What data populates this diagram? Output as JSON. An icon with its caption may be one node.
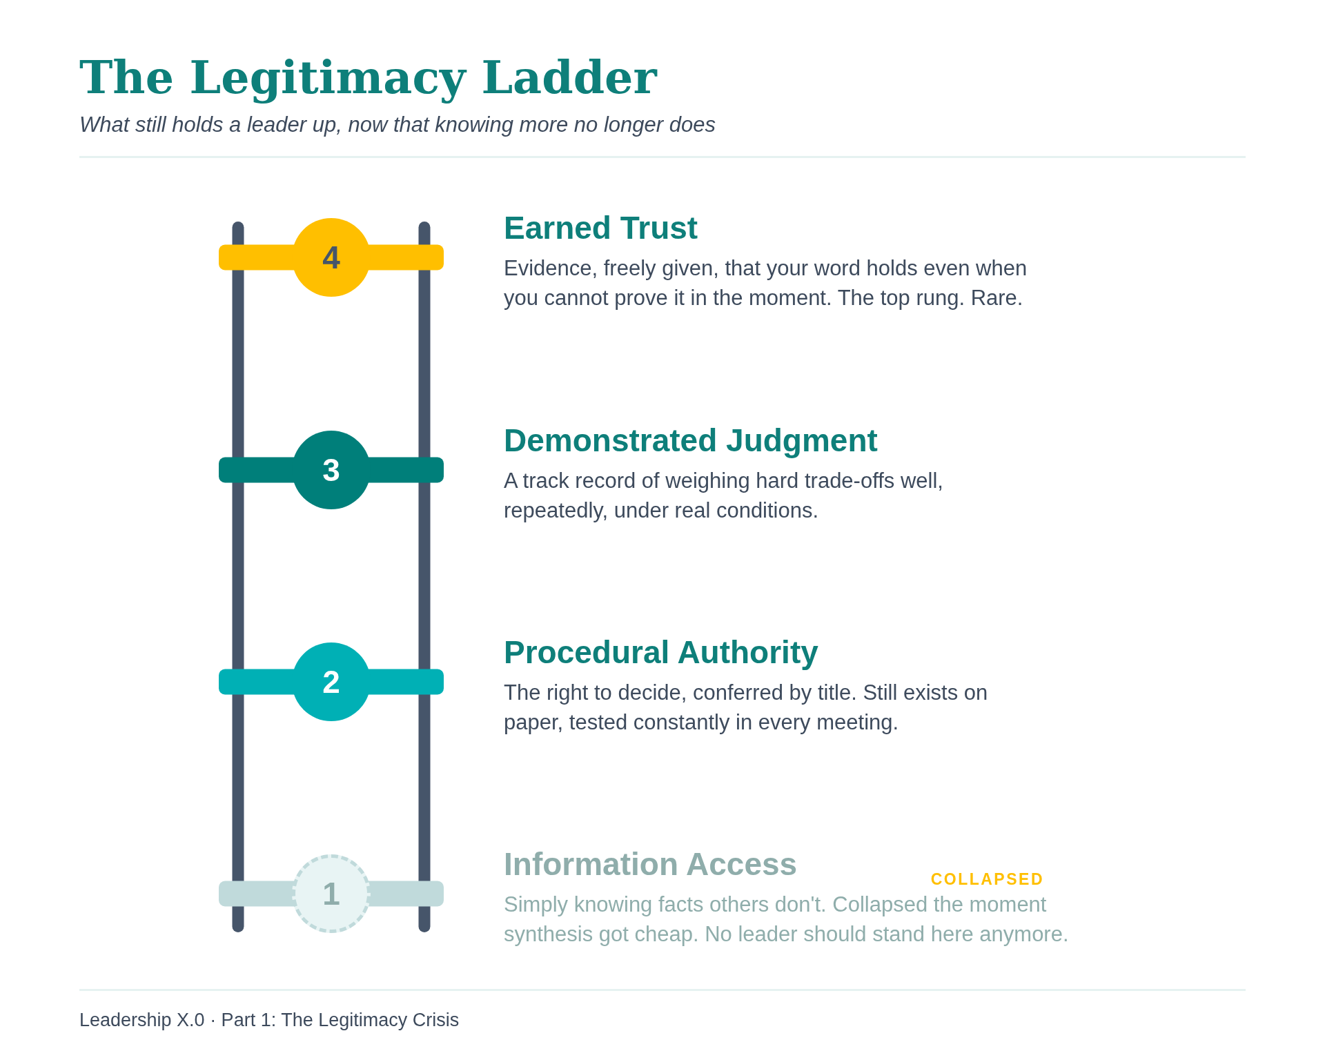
{
  "diagram": {
    "title": "The Legitimacy Ladder",
    "nodes": [
      {
        "text": [
          "4"
        ],
        "beside": [
          "Earned Trust",
          "Evidence, freely given, that your word holds even when you cannot prove it in the moment. The top rung. Rare."
        ]
      },
      {
        "text": [
          "3"
        ],
        "beside": [
          "Demonstrated Judgment",
          "A track record of weighing hard trade-offs well, repeatedly, under real conditions."
        ]
      },
      {
        "text": [
          "2"
        ],
        "beside": [
          "Procedural Authority",
          "The right to decide, conferred by title. Still exists on paper, tested constantly in every meeting."
        ]
      },
      {
        "text": [
          "1"
        ],
        "beside": [
          "Information Access",
          "COLLAPSED",
          "Simply knowing facts others don't. Collapsed the moment synthesis got cheap. No leader should stand here anymore."
        ]
      }
    ],
    "labels": [
      "What still holds a leader up, now that knowing more no longer does",
      "Leadership X.0 · Part 1: The Legitimacy Crisis"
    ]
  }
}
